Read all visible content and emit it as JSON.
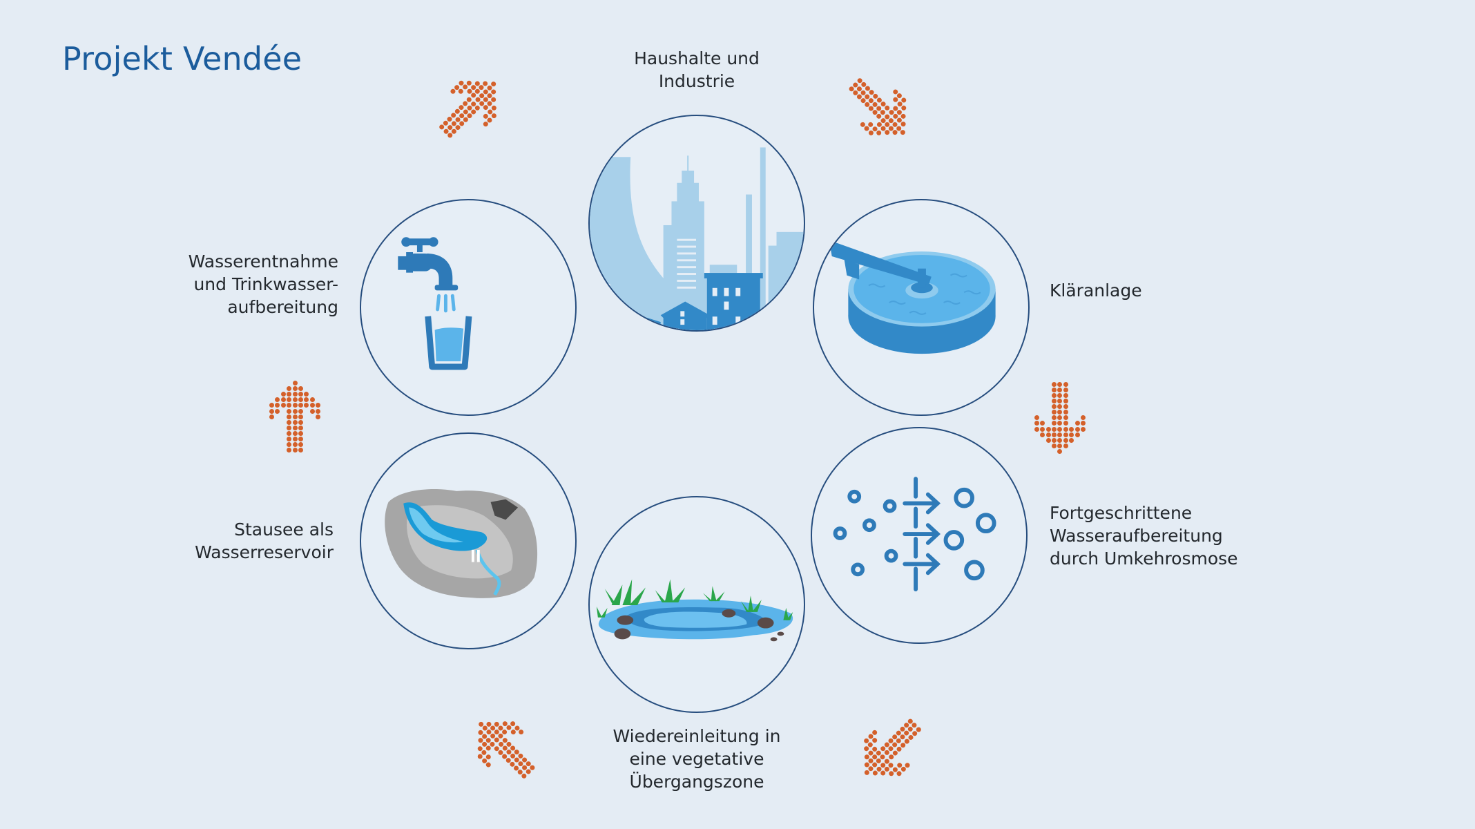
{
  "title": "Projekt Vendée",
  "colors": {
    "background": "#e4ecf4",
    "title": "#1b5c9c",
    "circle_stroke": "#264d7e",
    "icon_blue": "#2e7ab8",
    "icon_light_blue": "#5bb4ea",
    "arrow_orange": "#d4602a"
  },
  "cycle": [
    {
      "id": "households",
      "icon": "city-icon",
      "lines": [
        "Haushalte und",
        "Industrie"
      ]
    },
    {
      "id": "treatment-plant",
      "icon": "clarifier-icon",
      "lines": [
        "Kläranlage"
      ]
    },
    {
      "id": "reverse-osmosis",
      "icon": "reverse-osmosis-icon",
      "lines": [
        "Fortgeschrittene",
        "Wasseraufbereitung",
        "durch Umkehrosmose"
      ]
    },
    {
      "id": "vegetative-zone",
      "icon": "pond-icon",
      "lines": [
        "Wiedereinleitung in",
        "eine vegetative",
        "Übergangszone"
      ]
    },
    {
      "id": "reservoir",
      "icon": "reservoir-icon",
      "lines": [
        "Stausee als",
        "Wasserreservoir"
      ]
    },
    {
      "id": "drinking-water",
      "icon": "water-tap-icon",
      "lines": [
        "Wasserentnahme",
        "und Trinkwasser-",
        "aufbereitung"
      ]
    }
  ],
  "arrows": [
    {
      "name": "arrow-drinking-to-households",
      "direction": "north-east",
      "rotate": 45
    },
    {
      "name": "arrow-households-to-plant",
      "direction": "south-east",
      "rotate": 135
    },
    {
      "name": "arrow-plant-to-osmosis",
      "direction": "south",
      "rotate": 180
    },
    {
      "name": "arrow-osmosis-to-zone",
      "direction": "south-west",
      "rotate": 225
    },
    {
      "name": "arrow-zone-to-reservoir",
      "direction": "north-west",
      "rotate": 315
    },
    {
      "name": "arrow-reservoir-to-drinking",
      "direction": "north",
      "rotate": 0
    }
  ],
  "arrow_pattern": [
    "....#....",
    "...###...",
    "..#####..",
    ".#######.",
    "#########",
    "##.###.##",
    "#..###..#",
    "...###...",
    "...###...",
    "...###...",
    "...###...",
    "...###...",
    "...###..."
  ]
}
